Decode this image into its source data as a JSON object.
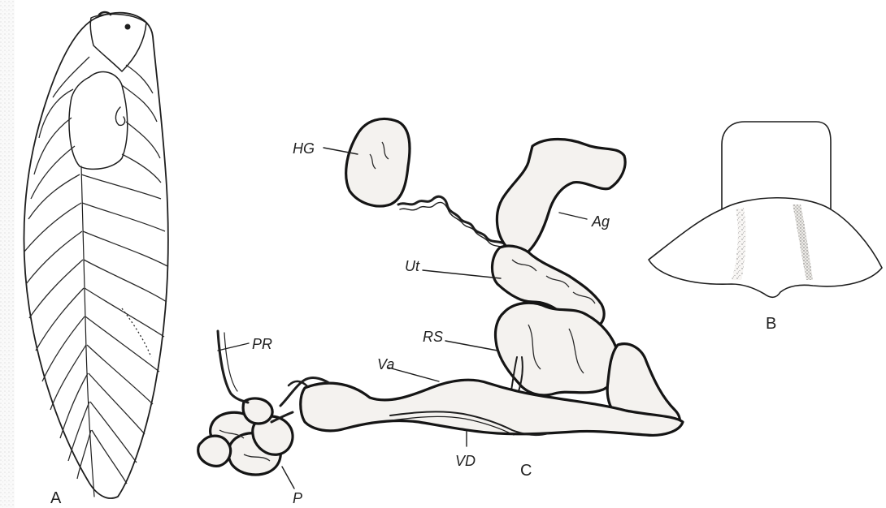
{
  "panels": {
    "a": {
      "letter": "A"
    },
    "b": {
      "letter": "B"
    },
    "c": {
      "letter": "C"
    }
  },
  "labels": {
    "hg": "HG",
    "ag": "Ag",
    "ut": "Ut",
    "rs": "RS",
    "va": "Va",
    "pr": "PR",
    "vd": "VD",
    "p": "P"
  }
}
